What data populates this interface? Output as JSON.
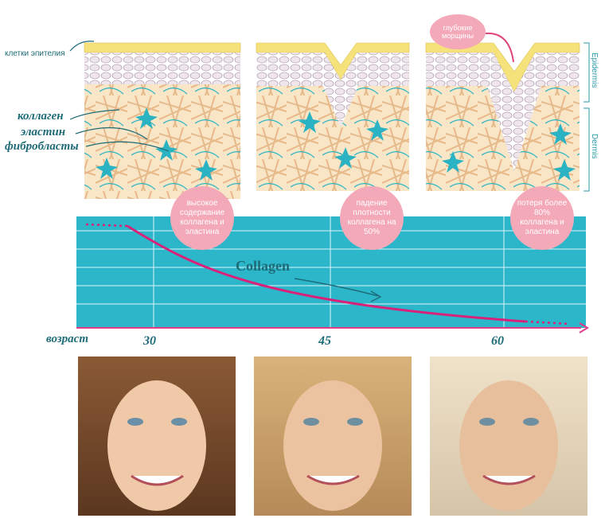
{
  "labels": {
    "epithelium": "клетки эпителия",
    "collagen": "коллаген",
    "elastin": "эластин",
    "fibroblasts": "фибробласты",
    "epidermis": "Epidermis",
    "dermis": "Dermis",
    "deep_wrinkles": "глубокие морщины",
    "age": "возраст",
    "collagen_curve": "Collagen"
  },
  "bubbles": [
    "высокое содержание коллагена и эластина",
    "падение плотности коллагена на 50%",
    "потеря более 80% коллагена и эластина"
  ],
  "ages": [
    "30",
    "45",
    "60"
  ],
  "colors": {
    "skin_top": "#f6e27a",
    "epidermis": "#e9dfe6",
    "dermis": "#f8e6c6",
    "fiber": "#e9b98b",
    "teal": "#2bb3c4",
    "chart_bg": "#2bb7c9",
    "curve": "#d9217a",
    "bubble": "#f4a9b9",
    "label": "#1e6b78"
  },
  "photos": [
    "young-woman-face",
    "middle-aged-woman-face",
    "older-woman-face"
  ]
}
